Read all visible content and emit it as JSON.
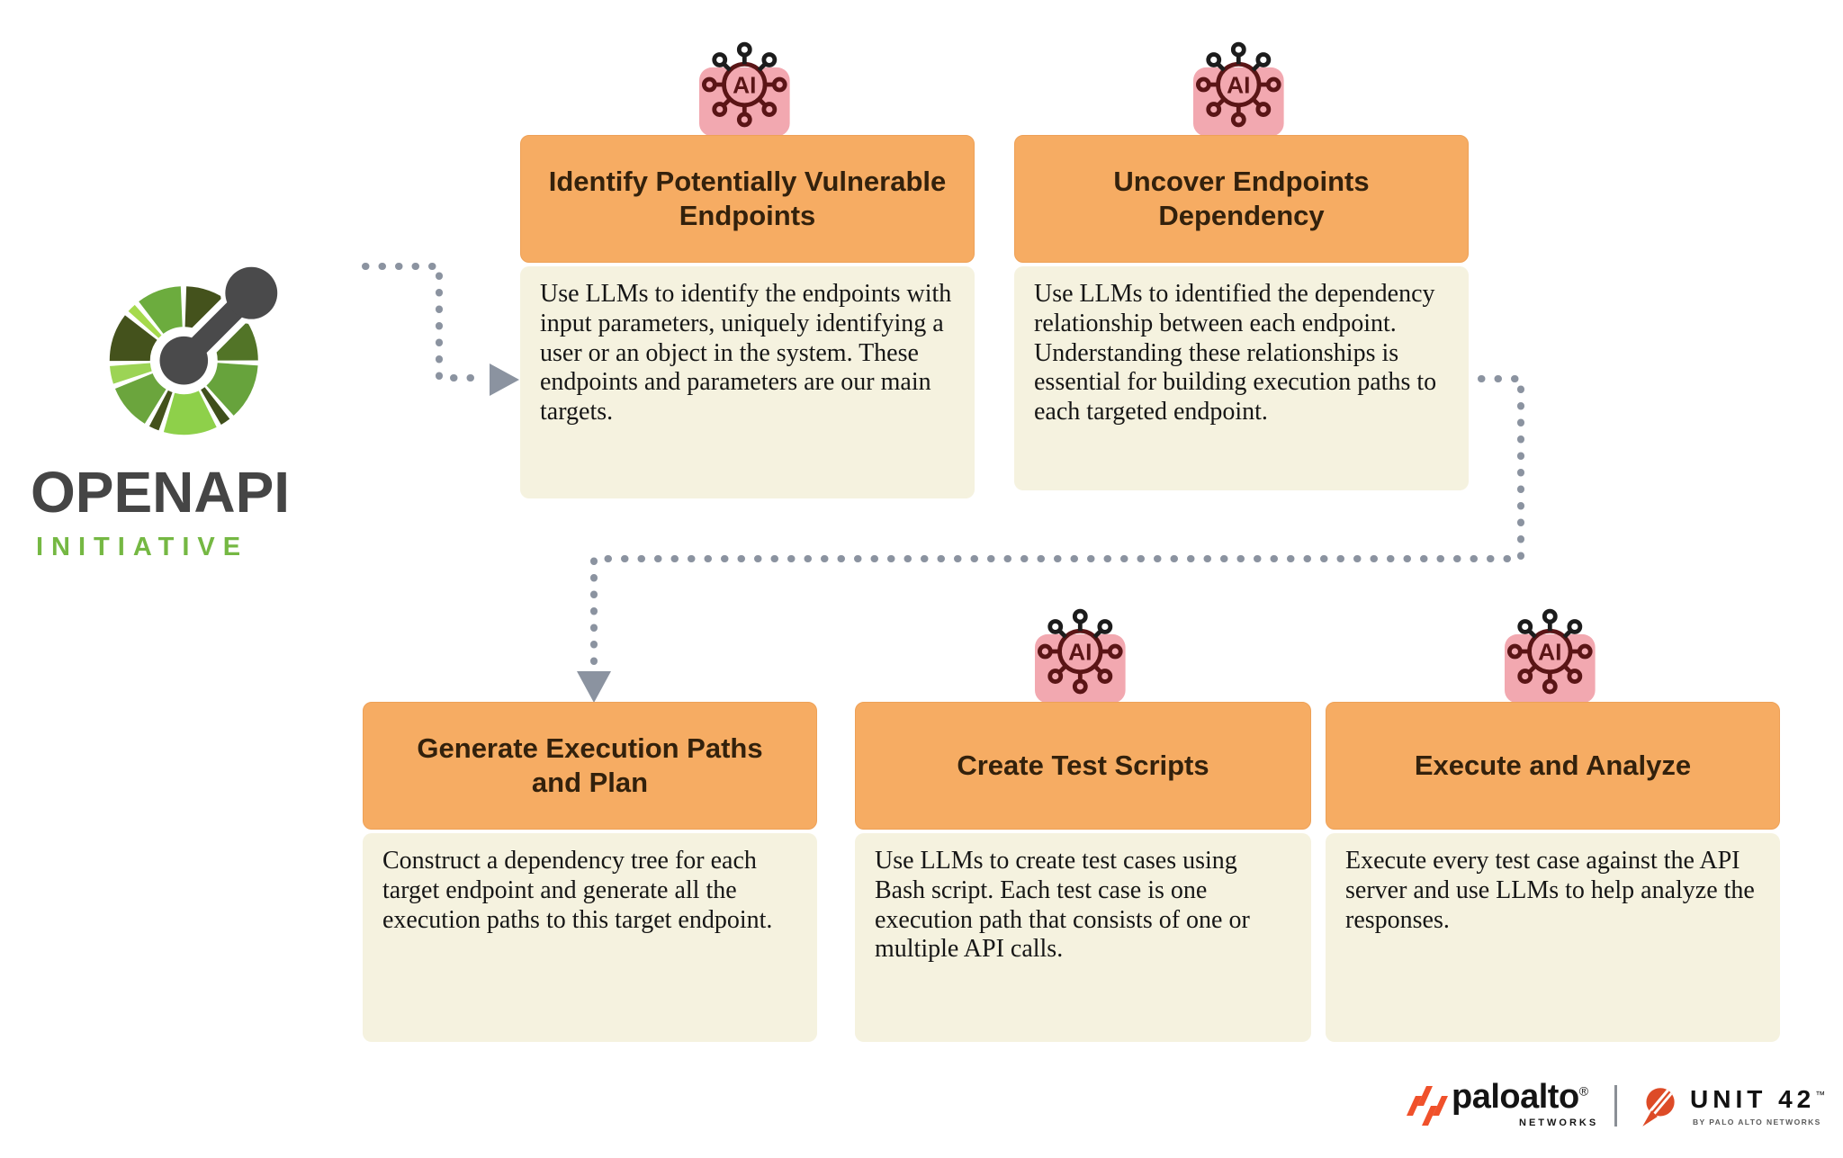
{
  "logo": {
    "name": "OpenAPI Initiative",
    "line1": "OPENAPI",
    "line2": "INITIATIVE"
  },
  "ai_badge": {
    "label": "AI"
  },
  "steps": [
    {
      "title": "Identify Potentially Vulnerable Endpoints",
      "description": "Use LLMs to identify the endpoints with input parameters, uniquely identifying a user or an object in the system. These endpoints and parameters are our main targets.",
      "has_ai_icon": true
    },
    {
      "title": "Uncover Endpoints Dependency",
      "description": "Use LLMs to identified the dependency relationship between each endpoint. Understanding these relationships is essential for building execution paths to each targeted endpoint.",
      "has_ai_icon": true
    },
    {
      "title": "Generate Execution Paths and Plan",
      "description": "Construct a dependency tree for each target endpoint and generate all the execution paths to this target endpoint.",
      "has_ai_icon": false
    },
    {
      "title": "Create Test Scripts",
      "description": "Use LLMs to create test cases using Bash script. Each test case is one execution path that consists of one or multiple API calls.",
      "has_ai_icon": true
    },
    {
      "title": "Execute and Analyze",
      "description": "Execute every test case against the API server and use LLMs to help analyze the responses.",
      "has_ai_icon": true
    }
  ],
  "connectors": [
    {
      "from": "openapi-logo",
      "to": "step-1",
      "style": "dotted-arrow"
    },
    {
      "from": "step-2",
      "to": "step-3",
      "style": "dotted-arrow"
    }
  ],
  "footer": {
    "paloalto_wordmark": "paloalto",
    "paloalto_registered": "®",
    "paloalto_sub": "NETWORKS",
    "unit42_wordmark": "UNIT 42",
    "unit42_tm": "™",
    "unit42_sub": "BY PALO ALTO NETWORKS"
  },
  "colors": {
    "step_header_bg": "#f6ac63",
    "step_header_text": "#33210c",
    "step_body_bg": "#f5f2df",
    "step_body_text": "#161616",
    "connector_gray": "#8b93a0",
    "ai_badge_bg": "#f2a8b0",
    "ai_badge_stroke": "#5a1516",
    "brand_orange": "#f0512b",
    "openapi_green": "#75b843",
    "openapi_gray": "#454545"
  }
}
